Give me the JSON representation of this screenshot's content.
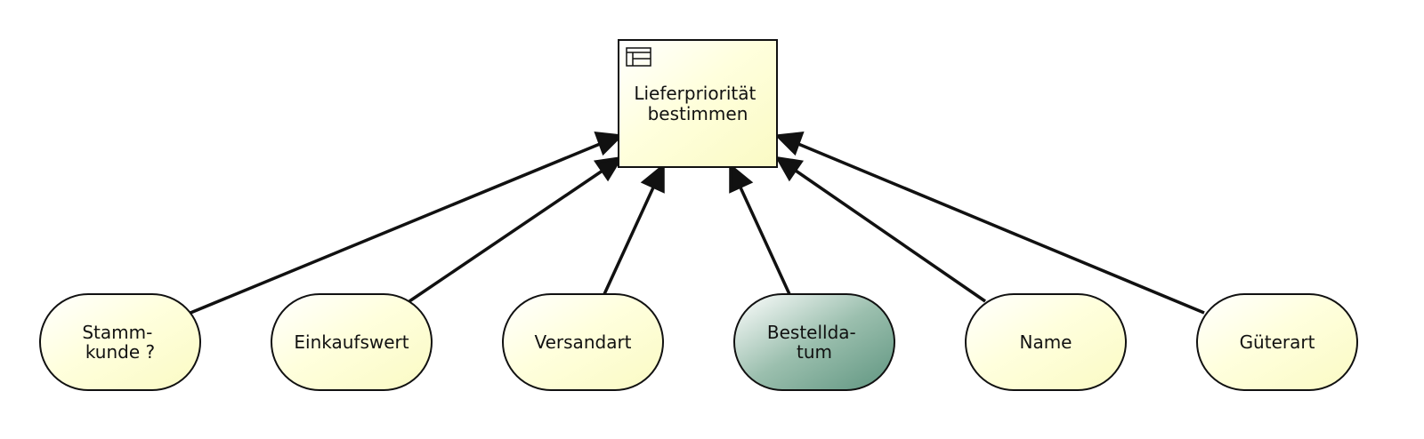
{
  "decision": {
    "lines": [
      "Lieferpriorität",
      "bestimmen"
    ],
    "icon": "decision-table-icon"
  },
  "inputs": [
    {
      "id": "stammkunde",
      "lines": [
        "Stamm-",
        "kunde ?"
      ],
      "highlighted": false
    },
    {
      "id": "einkaufswert",
      "lines": [
        "Einkaufswert"
      ],
      "highlighted": false
    },
    {
      "id": "versandart",
      "lines": [
        "Versandart"
      ],
      "highlighted": false
    },
    {
      "id": "bestelldatum",
      "lines": [
        "Bestellda-",
        "tum"
      ],
      "highlighted": true
    },
    {
      "id": "name",
      "lines": [
        "Name"
      ],
      "highlighted": false
    },
    {
      "id": "gueterart",
      "lines": [
        "Güterart"
      ],
      "highlighted": false
    }
  ],
  "colors": {
    "node_fill": "#ffffcc",
    "highlight_fill": "#6b9a85",
    "stroke": "#111111"
  }
}
